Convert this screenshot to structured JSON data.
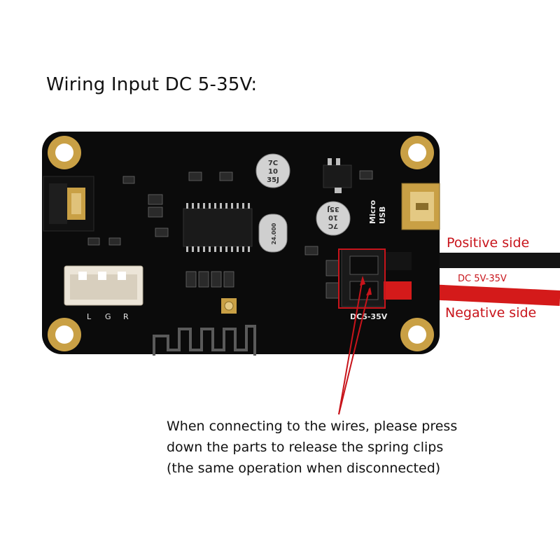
{
  "title": "Wiring Input DC 5-35V:",
  "labels": {
    "positive": "Positive side",
    "dc_range": "DC 5V-35V",
    "negative": "Negative side"
  },
  "board": {
    "usb_label_line1": "Micro",
    "usb_label_line2": "USB",
    "dc_label": "DC5-35V",
    "pin_l": "L",
    "pin_g": "G",
    "pin_r": "R",
    "cap1_line1": "7C",
    "cap1_line2": "10",
    "cap1_line3": "35J",
    "cap2_line1": "7C",
    "cap2_line2": "10",
    "cap2_line3": "35J",
    "crystal": "24.000"
  },
  "caption": {
    "line1": "When connecting to the wires, please press",
    "line2": "down the parts to release the spring clips",
    "line3": "(the same operation when disconnected)"
  },
  "colors": {
    "annotation_red": "#c8141b",
    "pcb": "#0b0b0b",
    "gold": "#c9a045",
    "wire_red": "#d41a1a",
    "wire_black": "#141414"
  }
}
